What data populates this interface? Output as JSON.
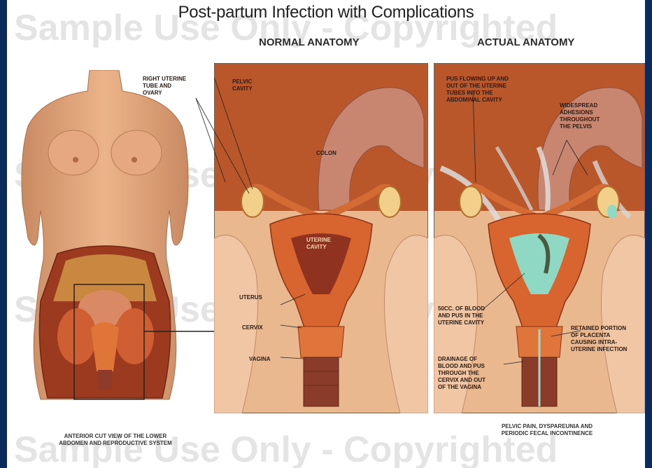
{
  "title": "Post-partum Infection with Complications",
  "normal_heading": "NORMAL ANATOMY",
  "actual_heading": "ACTUAL ANATOMY",
  "watermark": "Sample Use Only - Copyrighted",
  "normal_labels": {
    "tube_ovary": "RIGHT UTERINE\nTUBE AND\nOVARY",
    "pelvic_cavity": "PELVIC\nCAVITY",
    "colon": "COLON",
    "uterine_cavity": "UTERINE\nCAVITY",
    "uterus": "UTERUS",
    "cervix": "CERVIX",
    "vagina": "VAGINA"
  },
  "actual_labels": {
    "pus_flowing": "PUS FLOWING UP AND\nOUT OF THE UTERINE\nTUBES INTO THE\nABDOMINAL CAVITY",
    "adhesions": "WIDESPREAD\nADHESIONS\nTHROUGHOUT\nTHE PELVIS",
    "blood_pus": "50cc. OF BLOOD\nAND PUS IN THE\nUTERINE CAVITY",
    "placenta": "RETAINED PORTION\nOF PLACENTA\nCAUSING INTRA-\nUTERINE INFECTION",
    "drainage": "DRAINAGE OF\nBLOOD AND PUS\nTHROUGH THE\nCERVIX AND OUT\nOF THE VAGINA"
  },
  "left_caption": "ANTERIOR CUT VIEW OF THE LOWER\nABDOMEN AND REPRODUCTIVE SYSTEM",
  "right_caption": "PELVIC PAIN, DYSPAREUNIA AND\nPERIODIC FECAL INCONTINENCE",
  "colors": {
    "background_border": "#0b2a5e",
    "skin": "#e2a77e",
    "tissue": "#c9572c",
    "uterus": "#d8642f",
    "pus": "#8fd9c4"
  }
}
